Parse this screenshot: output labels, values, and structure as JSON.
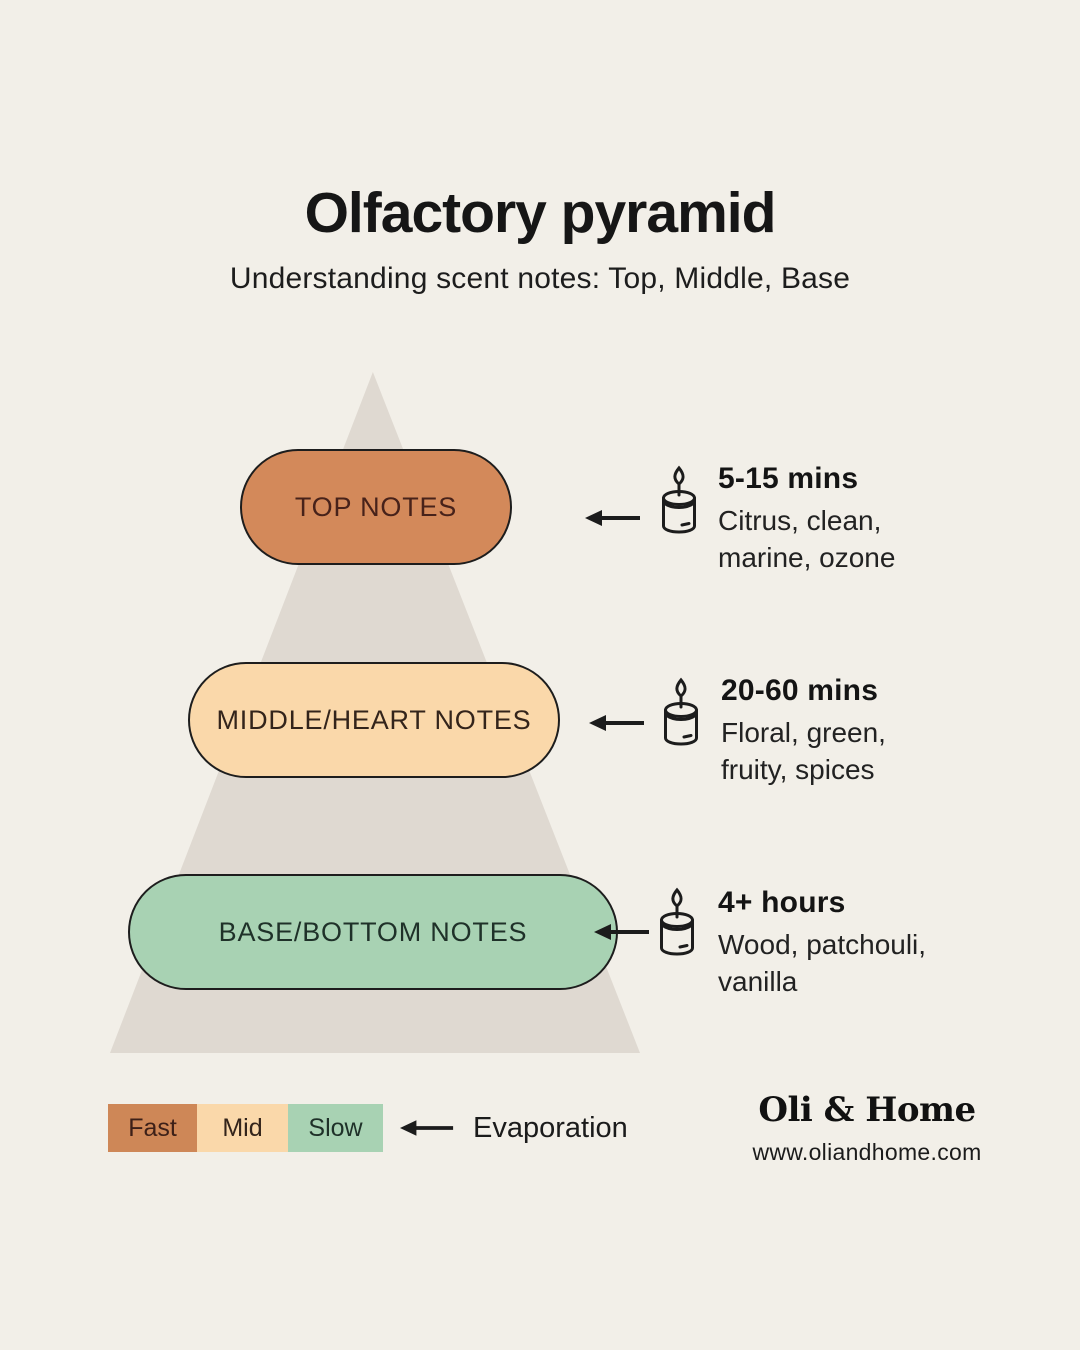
{
  "header": {
    "title": "Olfactory pyramid",
    "subtitle": "Understanding scent notes: Top, Middle, Base"
  },
  "pyramid": {
    "triangle_color": "#DFD9D1",
    "levels": [
      {
        "label": "TOP NOTES",
        "fill": "#D3895A",
        "text_color": "#47221A",
        "duration": "5-15 mins",
        "notes": [
          "Citrus, clean,",
          "marine, ozone"
        ]
      },
      {
        "label": "MIDDLE/HEART NOTES",
        "fill": "#FAD8AA",
        "text_color": "#33241B",
        "duration": "20-60 mins",
        "notes": [
          "Floral, green,",
          "fruity, spices"
        ]
      },
      {
        "label": "BASE/BOTTOM NOTES",
        "fill": "#A8D2B3",
        "text_color": "#1F3129",
        "duration": "4+ hours",
        "notes": [
          "Wood, patchouli,",
          "vanilla"
        ]
      }
    ]
  },
  "legend": {
    "items": [
      {
        "label": "Fast",
        "fill": "#CE8757",
        "text_color": "#3D2018"
      },
      {
        "label": "Mid",
        "fill": "#FAD8AA",
        "text_color": "#33241B"
      },
      {
        "label": "Slow",
        "fill": "#A8D2B3",
        "text_color": "#1F3129"
      }
    ],
    "arrow_label": "Evaporation"
  },
  "footer": {
    "brand": "Oli & Home",
    "website": "www.oliandhome.com"
  },
  "icons": {
    "row_marker": "candle-icon",
    "pointer": "left-arrow-icon"
  }
}
